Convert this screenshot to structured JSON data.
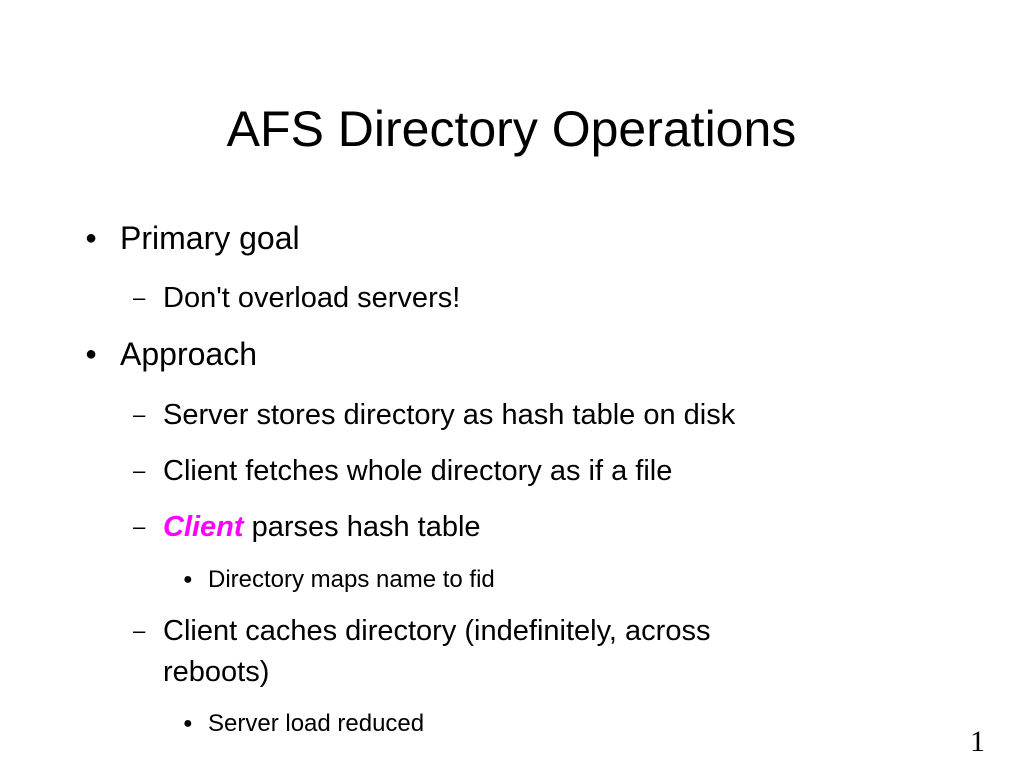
{
  "slide": {
    "title": "AFS Directory Operations",
    "page_number": "1",
    "bullet_symbols": {
      "level1": "●",
      "level2": "–",
      "level3": "●"
    },
    "items": [
      {
        "text": "Primary goal"
      },
      {
        "text": "Don't overload servers!"
      },
      {
        "text": "Approach"
      },
      {
        "text": "Server stores directory as hash table on disk"
      },
      {
        "text": "Client fetches whole directory as if a file"
      },
      {
        "emphasis": "Client",
        "text": " parses hash table"
      },
      {
        "text": "Directory maps name to fid"
      },
      {
        "text": "Client caches directory (indefinitely, across"
      },
      {
        "text": "reboots)"
      },
      {
        "text": "Server load reduced"
      }
    ],
    "emphasis_color": "#ff00ff"
  }
}
